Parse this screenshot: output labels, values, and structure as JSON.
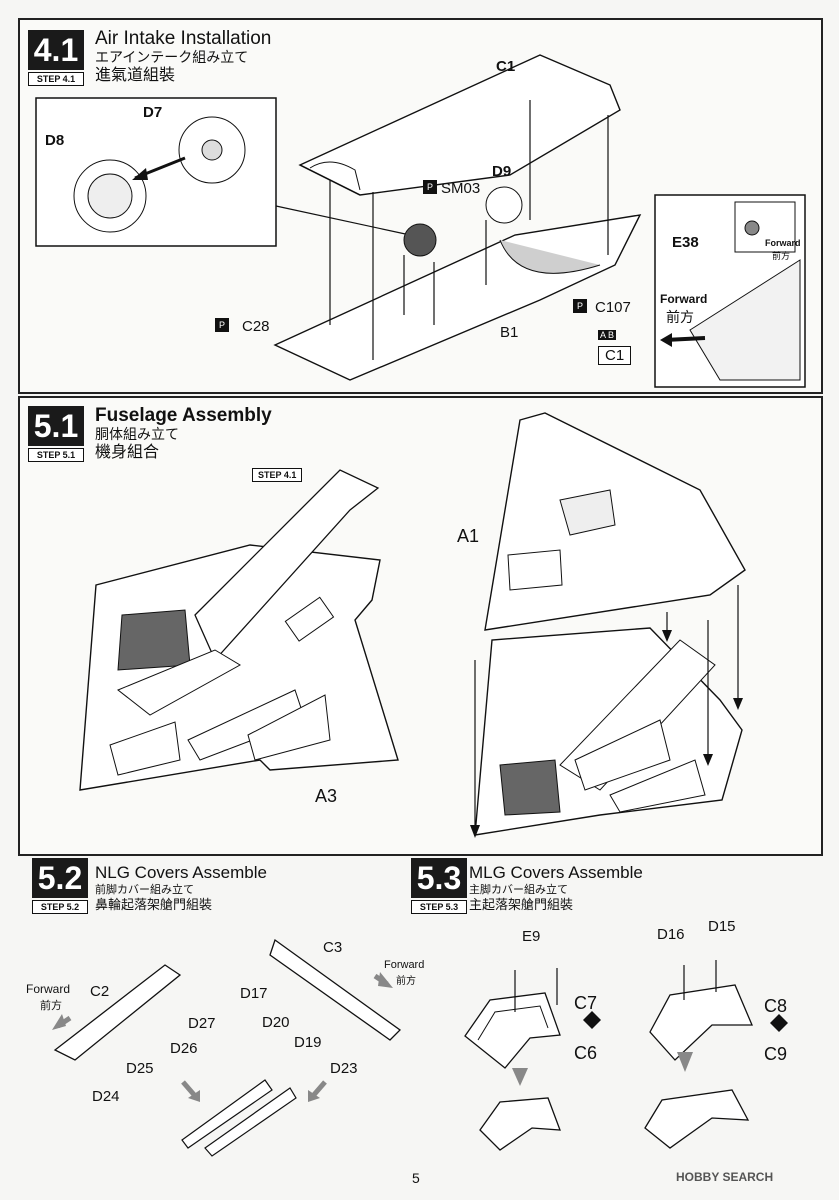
{
  "step41": {
    "num": "4.1",
    "tag": "STEP 4.1",
    "title_en": "Air Intake Installation",
    "title_ja": "エアインテーク組み立て",
    "title_zh": "進氣道組裝",
    "parts": {
      "c1": "C1",
      "d7": "D7",
      "d8": "D8",
      "d9": "D9",
      "b1": "B1",
      "e38": "E38",
      "c1b": "C1"
    },
    "paints": {
      "sm03": "SM03",
      "c28": "C28",
      "c107": "C107"
    },
    "ab": "A B",
    "forward_en": "Forward",
    "forward_ja": "前方"
  },
  "step51": {
    "num": "5.1",
    "tag": "STEP 5.1",
    "title_en": "Fuselage Assembly",
    "title_ja": "胴体組み立て",
    "title_zh": "機身組合",
    "ref": "STEP 4.1",
    "parts": {
      "a1": "A1",
      "a3": "A3"
    }
  },
  "step52": {
    "num": "5.2",
    "tag": "STEP 5.2",
    "title_en": "NLG Covers Assemble",
    "title_ja": "前脚カバー組み立て",
    "title_zh": "鼻輪起落架艙門組裝",
    "forward_en": "Forward",
    "forward_ja": "前方",
    "parts": {
      "c2": "C2",
      "c3": "C3",
      "d17": "D17",
      "d20": "D20",
      "d19": "D19",
      "d23": "D23",
      "d27": "D27",
      "d26": "D26",
      "d25": "D25",
      "d24": "D24"
    }
  },
  "step53": {
    "num": "5.3",
    "tag": "STEP 5.3",
    "title_en": "MLG Covers Assemble",
    "title_ja": "主脚カバー組み立て",
    "title_zh": "主起落架艙門組裝",
    "parts": {
      "e9": "E9",
      "c7": "C7",
      "c6": "C6",
      "d16": "D16",
      "d15": "D15",
      "c8": "C8",
      "c9": "C9"
    }
  },
  "footer": {
    "page": "5",
    "watermark": "HOBBY SEARCH"
  }
}
